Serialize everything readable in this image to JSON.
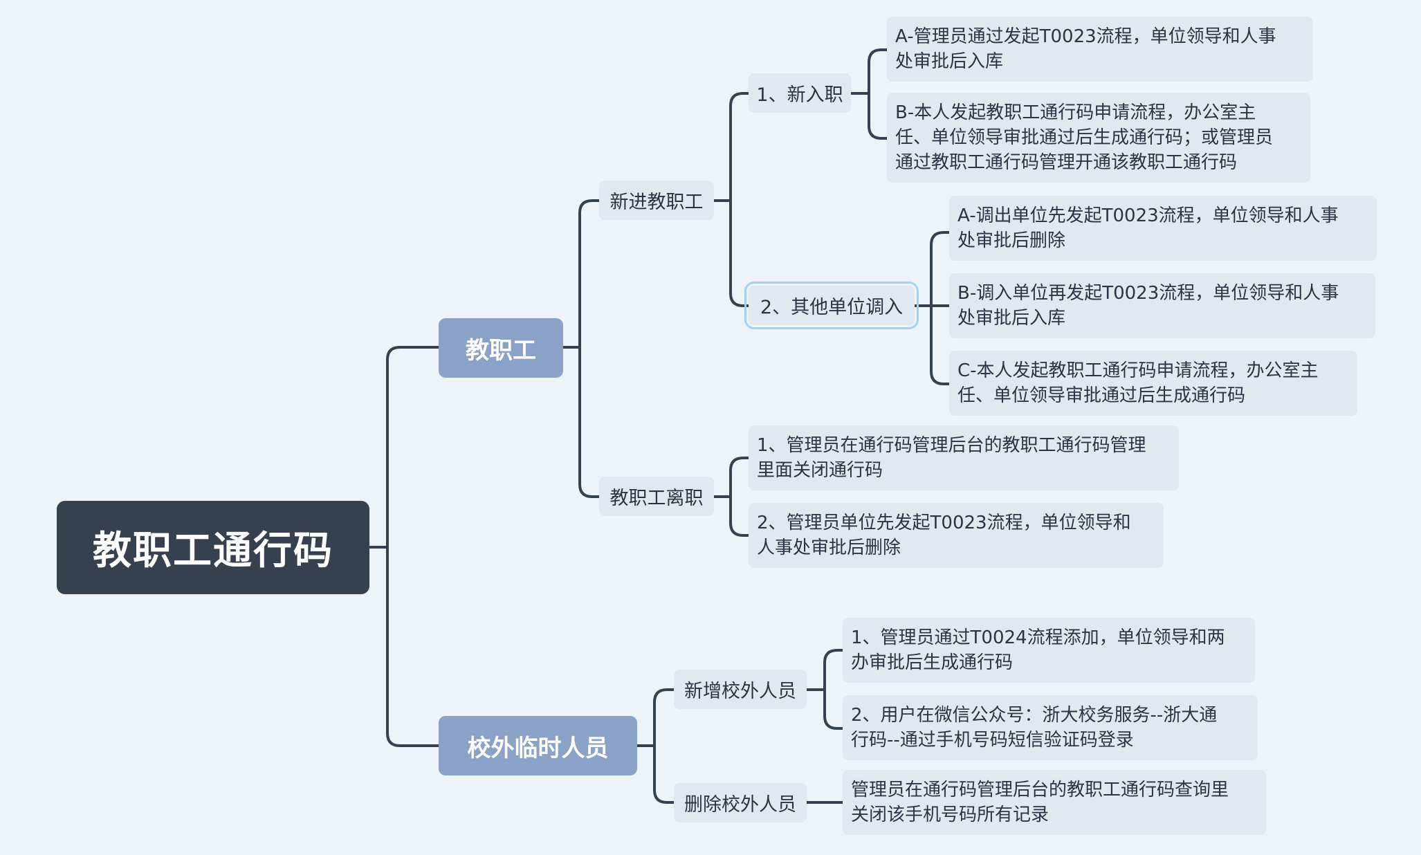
{
  "root": {
    "label": "教职工通行码"
  },
  "staff": {
    "label": "教职工",
    "new_staff": {
      "label": "新进教职工",
      "new_hire": {
        "label": "1、新入职",
        "items": [
          "A-管理员通过发起T0023流程，单位领导和人事\n处审批后入库",
          "B-本人发起教职工通行码申请流程，办公室主\n任、单位领导审批通过后生成通行码；或管理员\n通过教职工通行码管理开通该教职工通行码"
        ]
      },
      "transfer_in": {
        "label": "2、其他单位调入",
        "items": [
          "A-调出单位先发起T0023流程，单位领导和人事\n处审批后删除",
          "B-调入单位再发起T0023流程，单位领导和人事\n处审批后入库",
          "C-本人发起教职工通行码申请流程，办公室主\n任、单位领导审批通过后生成通行码"
        ]
      }
    },
    "leaving": {
      "label": "教职工离职",
      "items": [
        "1、管理员在通行码管理后台的教职工通行码管理\n里面关闭通行码",
        "2、管理员单位先发起T0023流程，单位领导和\n人事处审批后删除"
      ]
    }
  },
  "external": {
    "label": "校外临时人员",
    "add": {
      "label": "新增校外人员",
      "items": [
        "1、管理员通过T0024流程添加，单位领导和两\n办审批后生成通行码",
        "2、用户在微信公众号：浙大校务服务--浙大通\n行码--通过手机号码短信验证码登录"
      ]
    },
    "remove": {
      "label": "删除校外人员",
      "items": [
        "管理员在通行码管理后台的教职工通行码查询里\n关闭该手机号码所有记录"
      ]
    }
  },
  "colors": {
    "background": "#edf3f8",
    "root": "#36404f",
    "main_branch": "#8aa2c6",
    "sub_node": "#e2e8f0",
    "connector": "#36404f",
    "selection": "#9fd3f2"
  }
}
